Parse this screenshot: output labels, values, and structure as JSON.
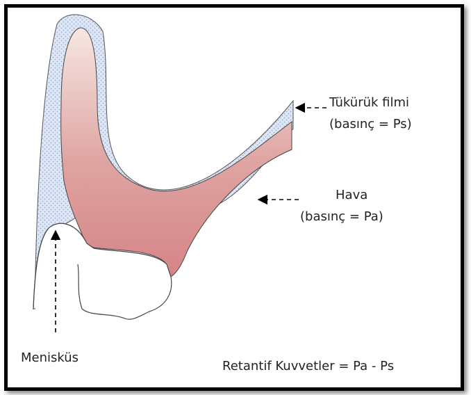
{
  "labels": {
    "saliva_title": "Tükürük filmi",
    "saliva_pressure": "(basınç = Ps)",
    "air_title": "Hava",
    "air_pressure": "(basınç = Pa)",
    "meniscus": "Menisküs",
    "equation": "Retantif Kuvvetler = Pa - Ps"
  },
  "colors": {
    "frame": "#000000",
    "denture_base_top": "#f3dcd6",
    "denture_base_bottom": "#d8898a",
    "saliva_film": "#dfe8f7",
    "saliva_dots": "#9fb3d6",
    "outline": "#333333",
    "arrow": "#000000"
  }
}
